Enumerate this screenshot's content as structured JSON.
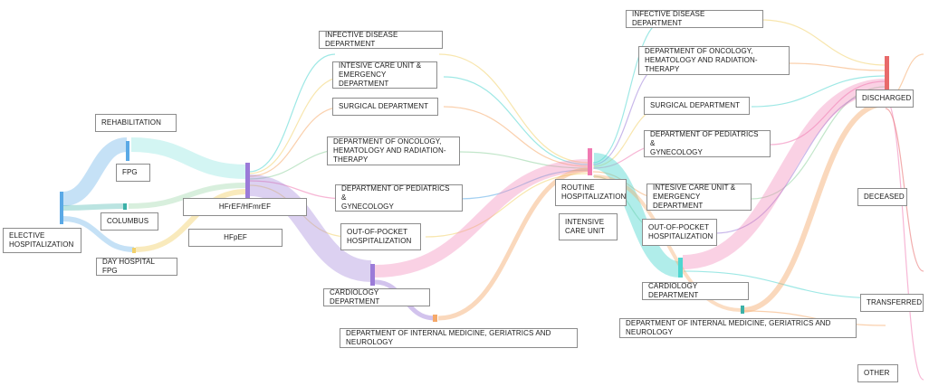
{
  "colors": {
    "blue": "#5aa9e6",
    "teal": "#3cb1a8",
    "cyan": "#4fd6d0",
    "purple": "#9b7bd8",
    "pink": "#f07ab2",
    "orange": "#f5a96a",
    "yellow": "#f2d16b",
    "green": "#8fd19e",
    "red": "#e86a6a"
  },
  "labels": {
    "elective": "ELECTIVE\nHOSPITALIZATION",
    "rehab": "REHABILITATION",
    "fpg": "FPG",
    "columbus": "COLUMBUS",
    "dayhosp": "DAY HOSPITAL FPG",
    "hfref": "HFrEF/HFmrEF",
    "hfpef": "HFpEF",
    "c2_infective": "INFECTIVE DISEASE DEPARTMENT",
    "c2_icu": "INTESIVE CARE UNIT &\nEMERGENCY DEPARTMENT",
    "c2_surgical": "SURGICAL DEPARTMENT",
    "c2_oncology": "DEPARTMENT OF ONCOLOGY,\nHEMATOLOGY AND RADIATION-THERAPY",
    "c2_pediatrics": "DEPARTMENT OF PEDIATRICS &\nGYNECOLOGY",
    "c2_outofpocket": "OUT-OF-POCKET\nHOSPITALIZATION",
    "c2_cardiology": "CARDIOLOGY DEPARTMENT",
    "c2_internal": "DEPARTMENT OF INTERNAL MEDICINE, GERIATRICS AND NEUROLOGY",
    "routine": "ROUTINE\nHOSPITALIZATION",
    "intensive": "INTENSIVE\nCARE UNIT",
    "c4_infective": "INFECTIVE DISEASE DEPARTMENT",
    "c4_oncology": "DEPARTMENT OF ONCOLOGY,\nHEMATOLOGY AND RADIATION-THERAPY",
    "c4_surgical": "SURGICAL DEPARTMENT",
    "c4_pediatrics": "DEPARTMENT OF PEDIATRICS &\nGYNECOLOGY",
    "c4_icu": "INTESIVE CARE UNIT &\nEMERGENCY DEPARTMENT",
    "c4_outofpocket": "OUT-OF-POCKET\nHOSPITALIZATION",
    "c4_cardiology": "CARDIOLOGY DEPARTMENT",
    "c4_internal": "DEPARTMENT OF INTERNAL MEDICINE, GERIATRICS AND NEUROLOGY",
    "discharged": "DISCHARGED",
    "deceased": "DECEASED",
    "transferred": "TRANSFERRED",
    "other": "OTHER"
  }
}
